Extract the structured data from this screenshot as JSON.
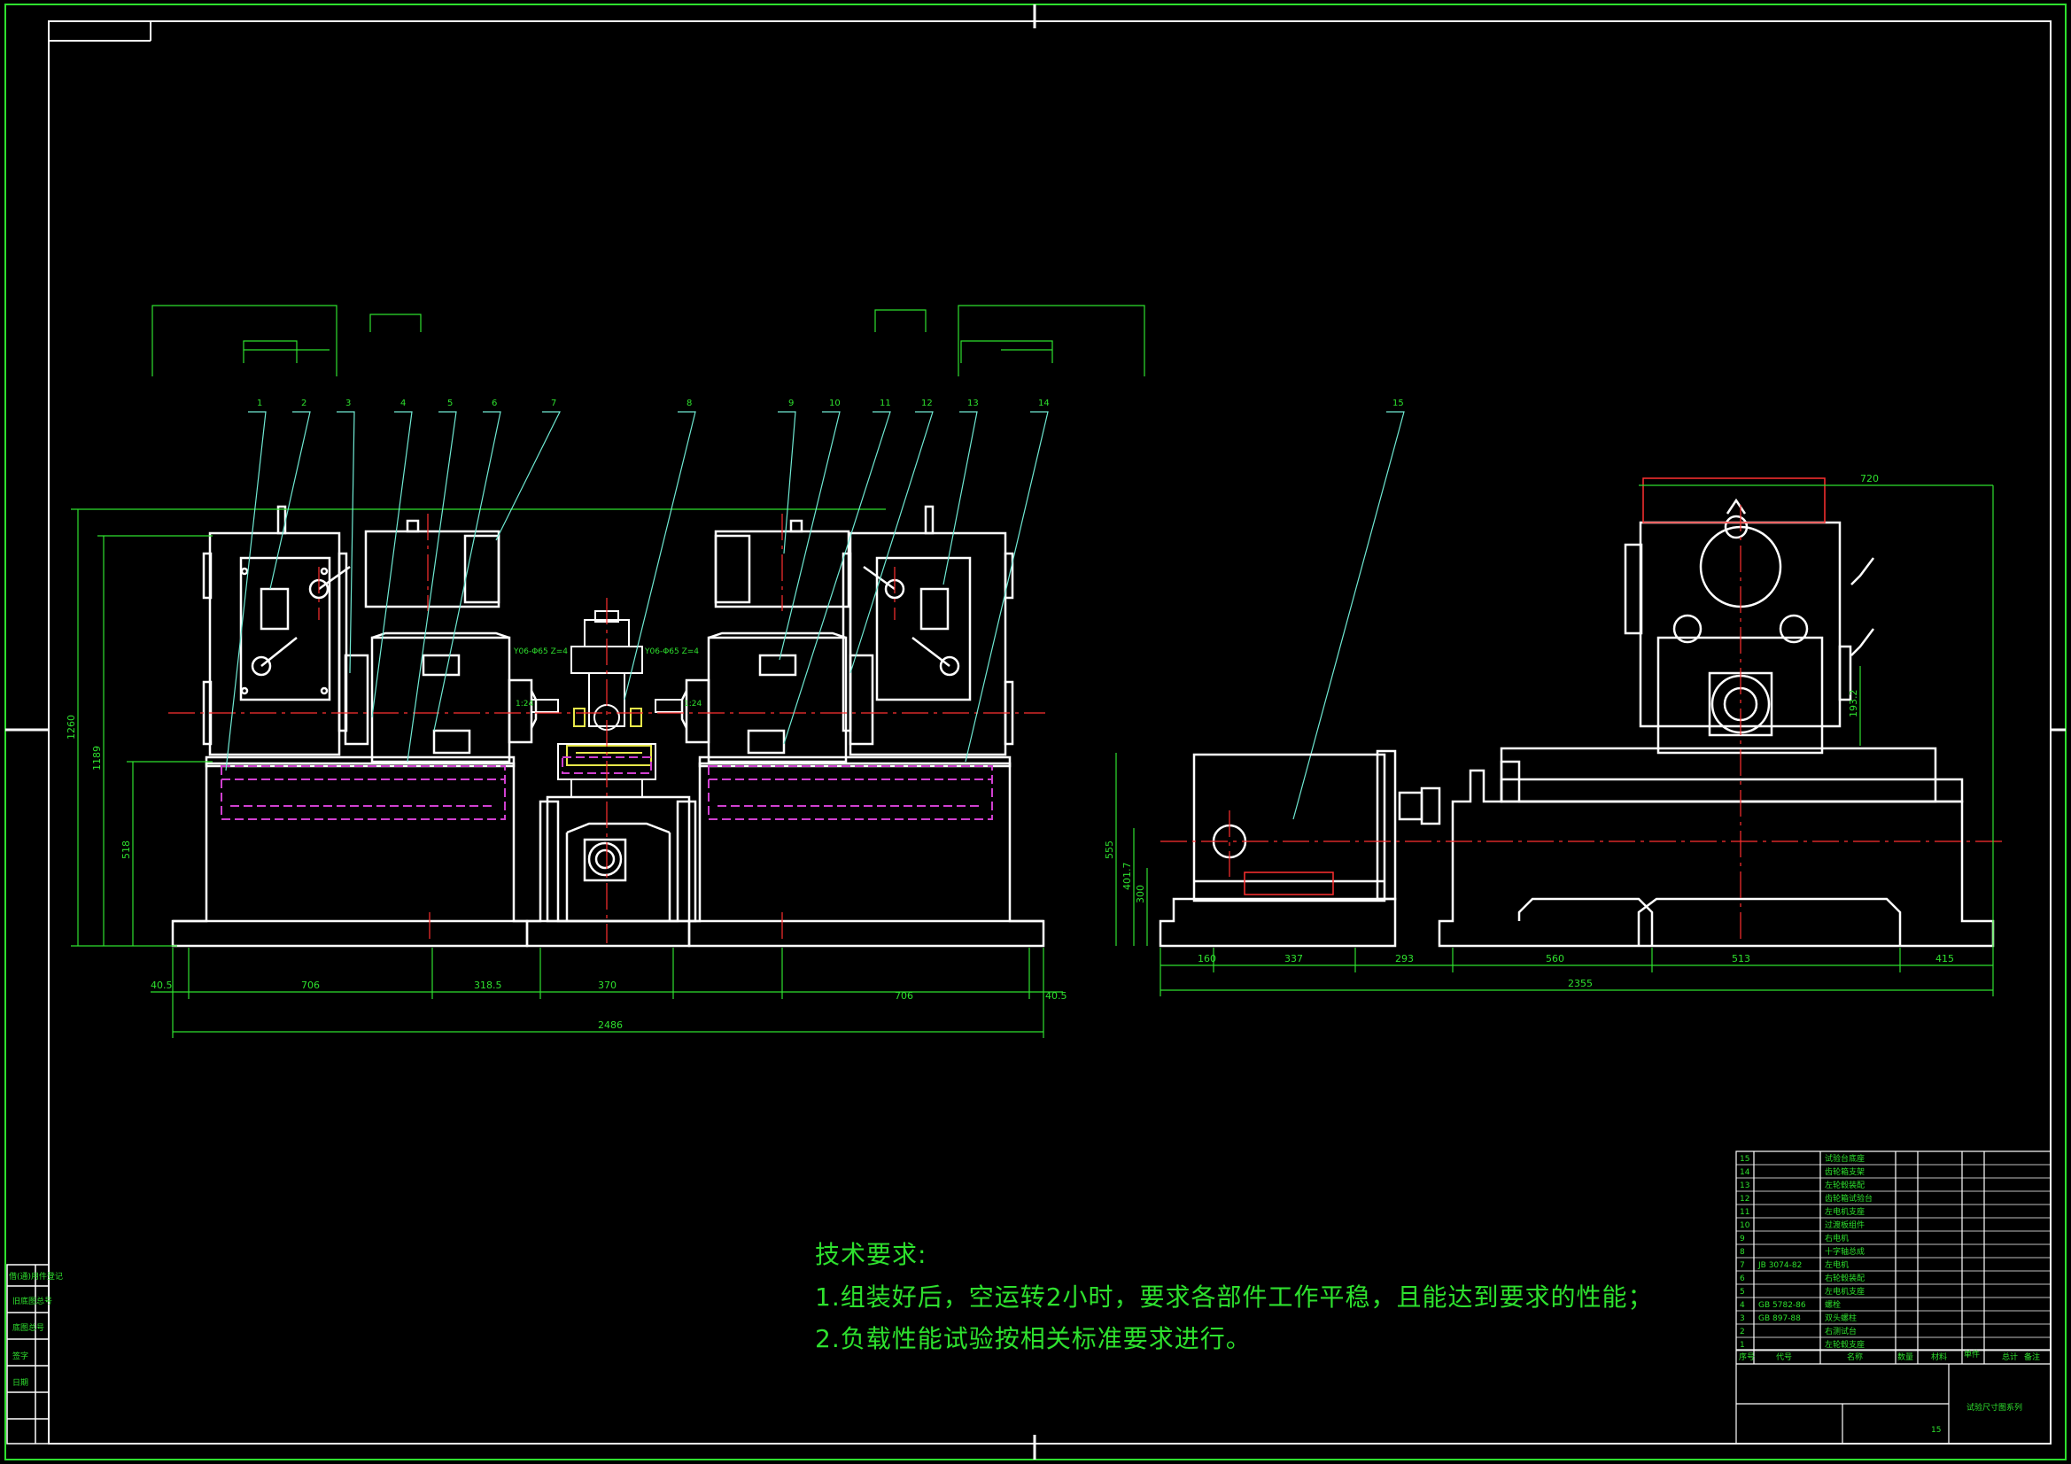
{
  "technical_requirements": {
    "title": "技术要求:",
    "items": [
      "1.组装好后，空运转2小时，要求各部件工作平稳，且能达到要求的性能；",
      "2.负载性能试验按相关标准要求进行。"
    ]
  },
  "callouts": [
    "1",
    "2",
    "3",
    "4",
    "5",
    "6",
    "7",
    "8",
    "9",
    "10",
    "11",
    "12",
    "13",
    "14",
    "15"
  ],
  "front_view": {
    "bottom_dims": [
      "40.5",
      "706",
      "318.5",
      "370",
      "706",
      "40.5"
    ],
    "overall_width": "2486",
    "heights": [
      "1260",
      "1189",
      "518"
    ],
    "center_labels": [
      "Y06-Φ65 Z=4",
      "Y06-Φ65 Z=4",
      "1:24",
      "1:24"
    ]
  },
  "side_view": {
    "top_dim": "720",
    "height_dims": [
      "555",
      "401.7",
      "300",
      "193.2"
    ],
    "bottom_dims": [
      "160",
      "337",
      "293",
      "560",
      "513",
      "415"
    ],
    "overall_width": "2355"
  },
  "parts_list": {
    "rows": [
      {
        "no": "15",
        "code": "",
        "name": "试验台底座"
      },
      {
        "no": "14",
        "code": "",
        "name": "齿轮箱支架"
      },
      {
        "no": "13",
        "code": "",
        "name": "左轮毂装配"
      },
      {
        "no": "12",
        "code": "",
        "name": "齿轮箱试验台"
      },
      {
        "no": "11",
        "code": "",
        "name": "左电机支座"
      },
      {
        "no": "10",
        "code": "",
        "name": "过渡板组件"
      },
      {
        "no": "9",
        "code": "",
        "name": "右电机"
      },
      {
        "no": "8",
        "code": "",
        "name": "十字轴总成"
      },
      {
        "no": "7",
        "code": "JB 3074-82",
        "name": "左电机"
      },
      {
        "no": "6",
        "code": "",
        "name": "右轮毂装配"
      },
      {
        "no": "5",
        "code": "",
        "name": "左电机支座"
      },
      {
        "no": "4",
        "code": "GB 5782-86",
        "name": "螺栓"
      },
      {
        "no": "3",
        "code": "GB 897-88",
        "name": "双头螺柱"
      },
      {
        "no": "2",
        "code": "",
        "name": "右测试台"
      },
      {
        "no": "1",
        "code": "",
        "name": "左轮毂支座"
      }
    ],
    "header": [
      "序号",
      "代号",
      "名称",
      "数量",
      "材料",
      "单件",
      "总计",
      "备注"
    ],
    "drawing_title": "试验尺寸图系列",
    "sheet_count": "15"
  },
  "left_margin_table": [
    "借(通)用件登记",
    "旧底图总号",
    "底图总号",
    "签字",
    "日期"
  ],
  "colors": {
    "background": "#000000",
    "line": "#ffffff",
    "frame": "#2ee02e",
    "dimension": "#2ee02e",
    "leader": "#6fe9d3",
    "center": "#ff3030",
    "hidden": "#d040d0",
    "annotation_green": "#2ee02e",
    "table_line": "#ffffff"
  }
}
